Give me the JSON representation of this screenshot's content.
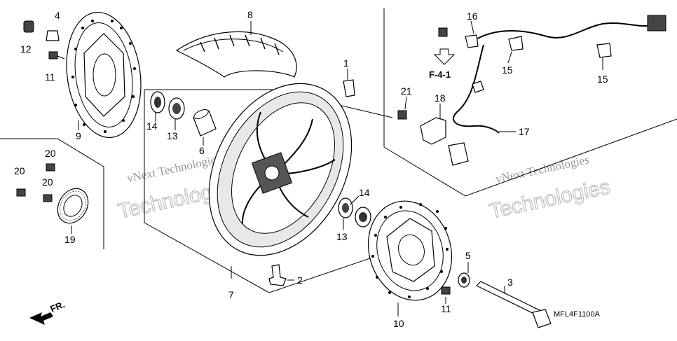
{
  "diagram": {
    "callouts": [
      "1",
      "2",
      "3",
      "4",
      "5",
      "6",
      "7",
      "8",
      "9",
      "10",
      "11",
      "11",
      "12",
      "13",
      "13",
      "14",
      "14",
      "15",
      "15",
      "16",
      "17",
      "18",
      "19",
      "20",
      "20",
      "20",
      "21"
    ],
    "reference": "F-4-1",
    "direction_label": "FR.",
    "drawing_code": "MFL4F1100A",
    "watermarks": {
      "left_line1": "vNext Technologies",
      "left_line2": "Technologies",
      "right_line1": "vNext Technologies",
      "right_line2": "Technologies"
    }
  }
}
